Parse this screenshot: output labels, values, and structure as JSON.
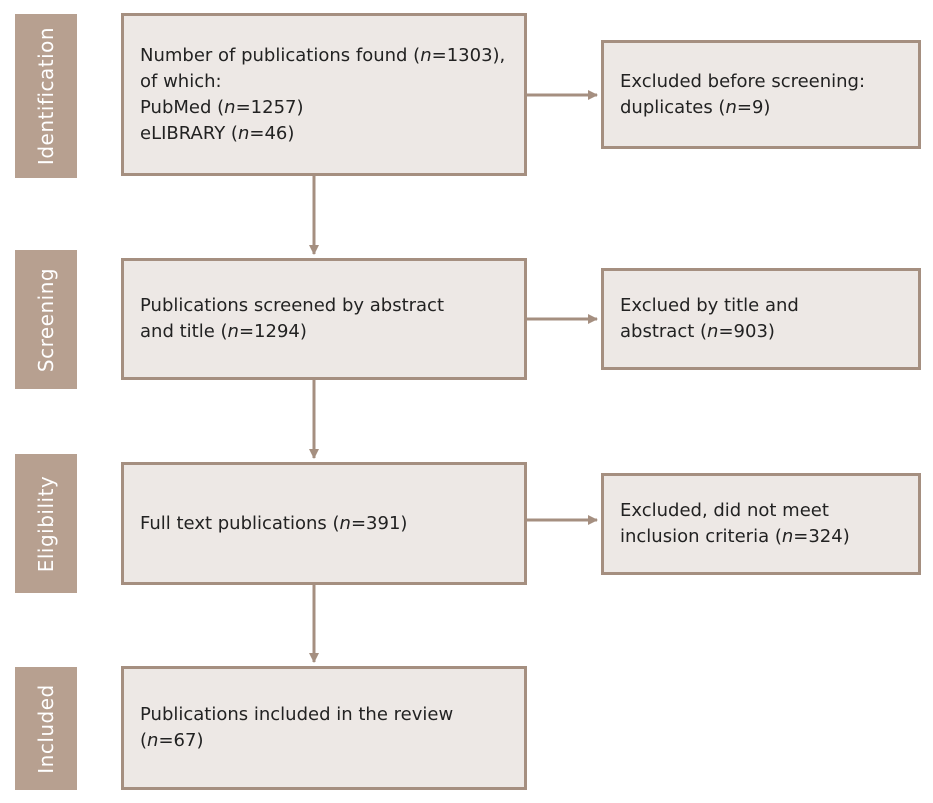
{
  "stages": {
    "identification": "Identification",
    "screening": "Screening",
    "eligibility": "Eligibility",
    "included": "Included"
  },
  "identification_box": {
    "line1_pre": "Number of publications found (",
    "line1_n": "n",
    "line1_post": "=1303),",
    "line2": "of which:",
    "line3_pre": "PubMed (",
    "line3_n": "n",
    "line3_post": "=1257)",
    "line4_pre": "eLIBRARY (",
    "line4_n": "n",
    "line4_post": "=46)"
  },
  "excluded_before_screening": {
    "line1": "Excluded before screening:",
    "line2_pre": "duplicates (",
    "line2_n": "n",
    "line2_post": "=9)"
  },
  "screening_box": {
    "line1": "Publications screened by abstract",
    "line2_pre": "and title (",
    "line2_n": "n",
    "line2_post": "=1294)"
  },
  "excluded_title_abstract": {
    "line1": "Exclued by title and",
    "line2_pre": "abstract (",
    "line2_n": "n",
    "line2_post": "=903)"
  },
  "eligibility_box": {
    "line1_pre": "Full text publications (",
    "line1_n": "n",
    "line1_post": "=391)"
  },
  "excluded_criteria": {
    "line1": "Excluded, did not meet",
    "line2_pre": "inclusion criteria (",
    "line2_n": "n",
    "line2_post": "=324)"
  },
  "included_box": {
    "line1": "Publications included in the review",
    "line2_pre": "(",
    "line2_n": "n",
    "line2_post": "=67)"
  },
  "colors": {
    "stage_fill": "#b7a090",
    "box_fill": "#ede8e5",
    "box_border": "#a58f80",
    "arrow": "#a58f80"
  }
}
